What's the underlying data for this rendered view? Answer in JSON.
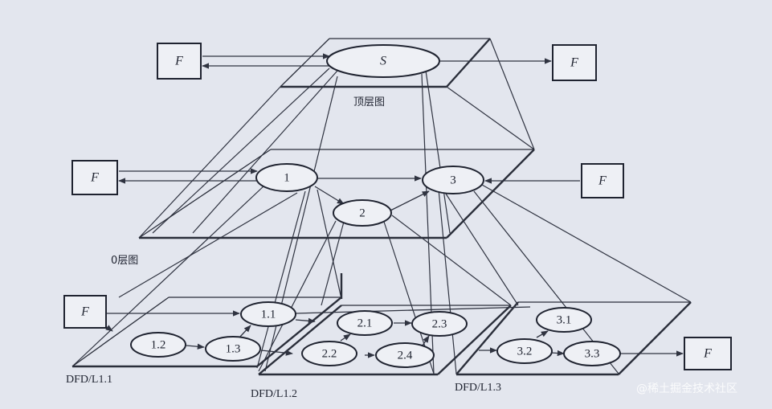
{
  "nodes": {
    "top_s": "S",
    "p1": "1",
    "p2": "2",
    "p3": "3",
    "n11": "1.1",
    "n12": "1.2",
    "n13": "1.3",
    "n21": "2.1",
    "n22": "2.2",
    "n23": "2.3",
    "n24": "2.4",
    "n31": "3.1",
    "n32": "3.2",
    "n33": "3.3"
  },
  "externals": {
    "f_top_left": "F",
    "f_top_right": "F",
    "f_mid_left": "F",
    "f_mid_right": "F",
    "f_bottom_left": "F",
    "f_bottom_right": "F"
  },
  "labels": {
    "top": "顶层图",
    "level0": "0层图",
    "dfd11": "DFD/L1.1",
    "dfd12": "DFD/L1.2",
    "dfd13": "DFD/L1.3"
  },
  "watermark": "@稀土掘金技术社区"
}
